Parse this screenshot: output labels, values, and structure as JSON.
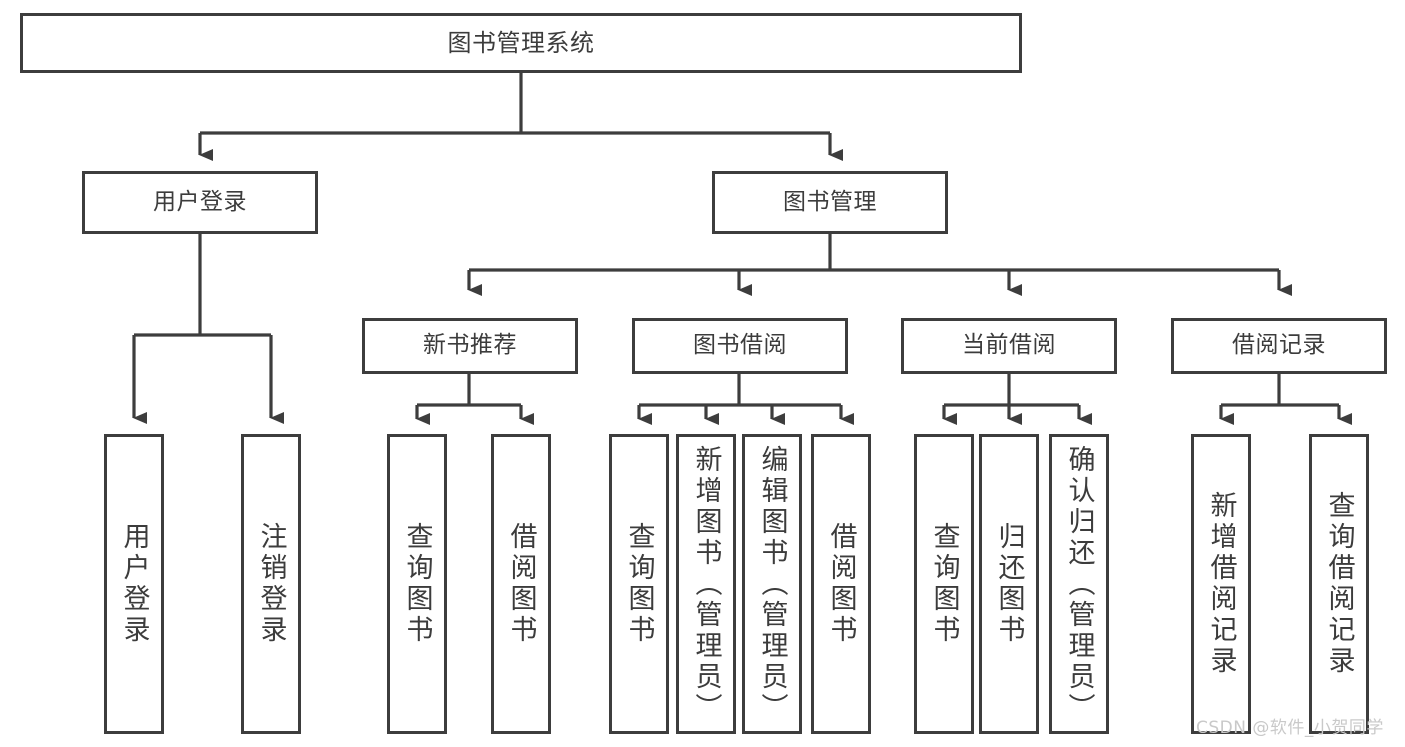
{
  "diagram": {
    "title": "图书管理系统",
    "type": "hierarchy-tree",
    "stroke_color": "#3d3d3d",
    "text_color": "#3c3c3c",
    "background_color": "#ffffff",
    "root": {
      "id": "root",
      "label": "图书管理系统"
    },
    "level2": [
      {
        "id": "user-login",
        "label": "用户登录"
      },
      {
        "id": "book-management",
        "label": "图书管理"
      }
    ],
    "level3": [
      {
        "id": "new-book-recommend",
        "label": "新书推荐",
        "parent": "book-management"
      },
      {
        "id": "book-borrow",
        "label": "图书借阅",
        "parent": "book-management"
      },
      {
        "id": "current-borrow",
        "label": "当前借阅",
        "parent": "book-management"
      },
      {
        "id": "borrow-record",
        "label": "借阅记录",
        "parent": "book-management"
      }
    ],
    "leaves": {
      "user_login": [
        {
          "id": "leaf-user-login",
          "label": "用户登录"
        },
        {
          "id": "leaf-logout",
          "label": "注销登录"
        }
      ],
      "new_book_recommend": [
        {
          "id": "leaf-query-book-1",
          "label": "查询图书"
        },
        {
          "id": "leaf-borrow-book-1",
          "label": "借阅图书"
        }
      ],
      "book_borrow": [
        {
          "id": "leaf-query-book-2",
          "label": "查询图书"
        },
        {
          "id": "leaf-add-book",
          "label": "新增图书（管理员）"
        },
        {
          "id": "leaf-edit-book",
          "label": "编辑图书（管理员）"
        },
        {
          "id": "leaf-borrow-book-2",
          "label": "借阅图书"
        }
      ],
      "current_borrow": [
        {
          "id": "leaf-query-book-3",
          "label": "查询图书"
        },
        {
          "id": "leaf-return-book",
          "label": "归还图书"
        },
        {
          "id": "leaf-confirm-return",
          "label": "确认归还（管理员）"
        }
      ],
      "borrow_record": [
        {
          "id": "leaf-add-record",
          "label": "新增借阅记录"
        },
        {
          "id": "leaf-query-record",
          "label": "查询借阅记录"
        }
      ]
    }
  },
  "watermark": {
    "text": "CSDN @软件_小贺同学"
  }
}
